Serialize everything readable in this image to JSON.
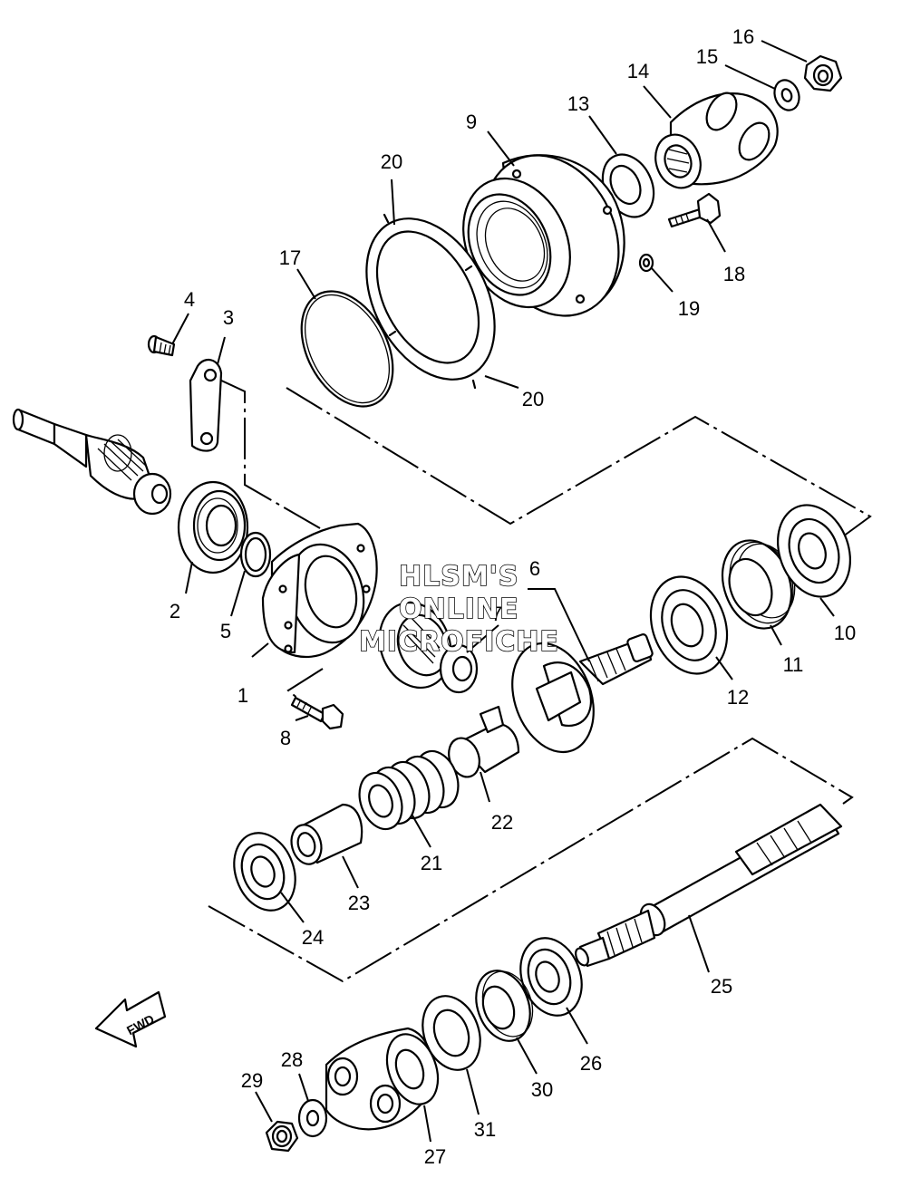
{
  "diagram": {
    "watermark_lines": [
      "HLSM'S",
      "ONLINE",
      "MICROFICHE"
    ],
    "direction_label": "FWD",
    "callouts": [
      "1",
      "2",
      "3",
      "4",
      "5",
      "6",
      "7",
      "8",
      "9",
      "10",
      "11",
      "12",
      "13",
      "14",
      "15",
      "16",
      "17",
      "18",
      "19",
      "20",
      "20",
      "21",
      "22",
      "23",
      "24",
      "25",
      "26",
      "27",
      "28",
      "29",
      "30",
      "31"
    ]
  }
}
